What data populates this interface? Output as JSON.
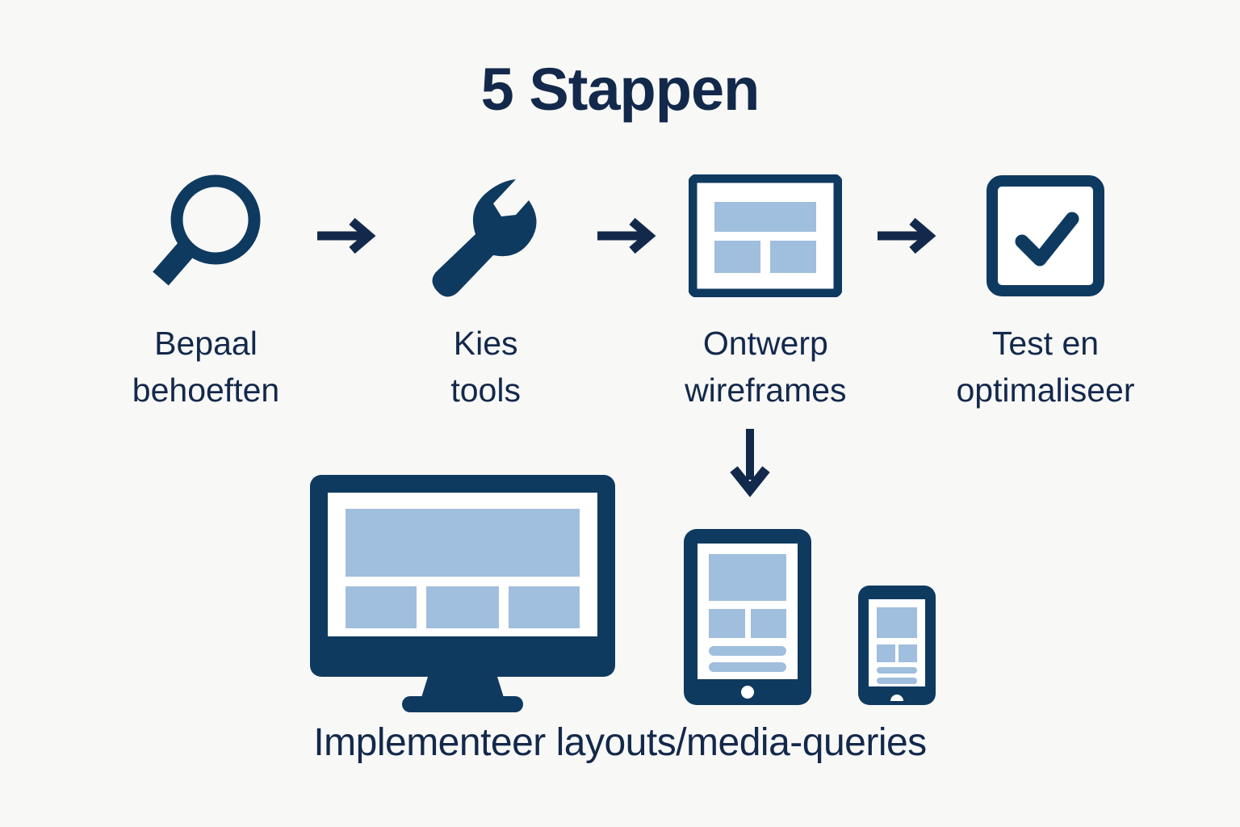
{
  "title": "5 Stappen",
  "colors": {
    "background": "#f8f8f7",
    "navy_text": "#13294b",
    "navy_icon": "#0f3a60",
    "light_blue": "#a0bedd",
    "screen_white": "#ffffff"
  },
  "steps": [
    {
      "icon": "magnifier-icon",
      "label": "Bepaal\nbehoeften"
    },
    {
      "icon": "wrench-icon",
      "label": "Kies\ntools"
    },
    {
      "icon": "wireframe-icon",
      "label": "Ontwerp\nwireframes"
    },
    {
      "icon": "checkbox-icon",
      "label": "Test en\noptimaliseer"
    }
  ],
  "arrows": {
    "step_connector": "arrow-right-icon",
    "flow_down": "arrow-down-icon"
  },
  "devices": [
    {
      "name": "desktop-monitor-icon"
    },
    {
      "name": "tablet-icon"
    },
    {
      "name": "phone-icon"
    }
  ],
  "caption": "Implementeer layouts/media-queries"
}
